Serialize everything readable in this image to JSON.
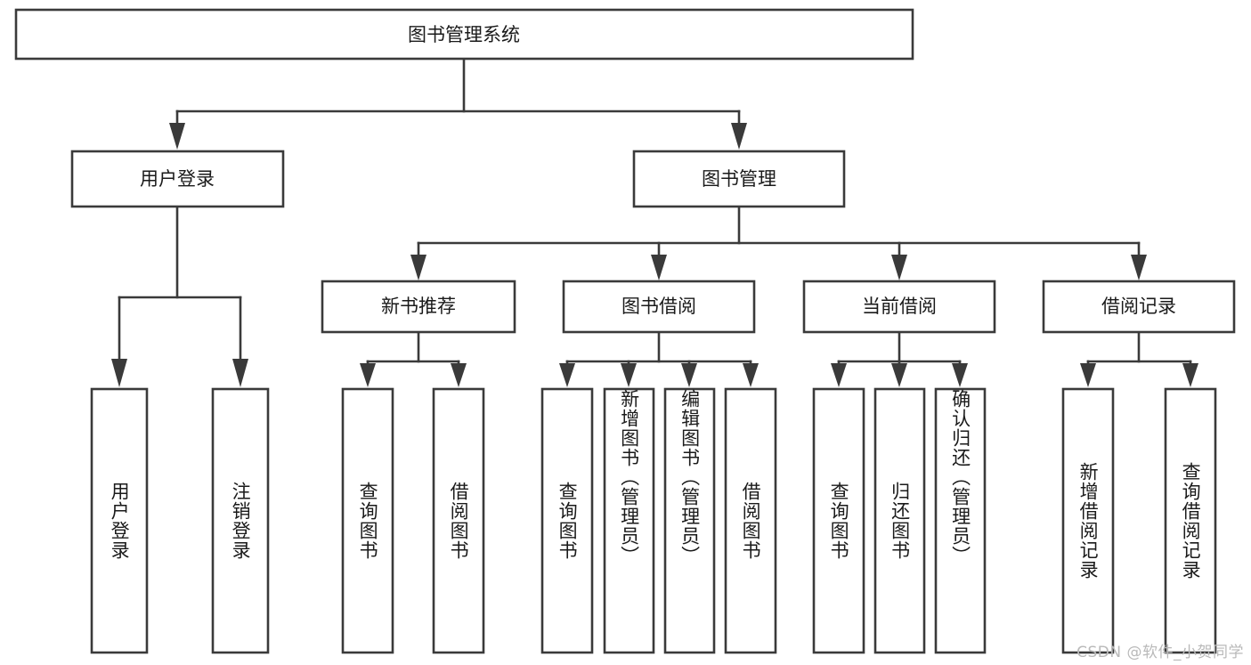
{
  "diagram": {
    "type": "tree",
    "title": "图书管理系统",
    "watermark": "CSDN @软件_小贺同学",
    "colors": {
      "stroke": "#3a3a3a",
      "box_fill": "#ffffff",
      "text": "#1a1a1a",
      "background": "#ffffff",
      "watermark": "#b9b9b9"
    },
    "levels": {
      "root": {
        "label": "图书管理系统"
      },
      "level2": [
        {
          "label": "用户登录"
        },
        {
          "label": "图书管理"
        }
      ],
      "level3": [
        {
          "label": "新书推荐"
        },
        {
          "label": "图书借阅"
        },
        {
          "label": "当前借阅"
        },
        {
          "label": "借阅记录"
        }
      ],
      "leaves": [
        {
          "label": "用户登录",
          "parent": "用户登录"
        },
        {
          "label": "注销登录",
          "parent": "用户登录"
        },
        {
          "label": "查询图书",
          "parent": "新书推荐"
        },
        {
          "label": "借阅图书",
          "parent": "新书推荐"
        },
        {
          "label": "查询图书",
          "parent": "图书借阅"
        },
        {
          "label": "新增图书（管理员）",
          "parent": "图书借阅"
        },
        {
          "label": "编辑图书（管理员）",
          "parent": "图书借阅"
        },
        {
          "label": "借阅图书",
          "parent": "图书借阅"
        },
        {
          "label": "查询图书",
          "parent": "当前借阅"
        },
        {
          "label": "归还图书",
          "parent": "当前借阅"
        },
        {
          "label": "确认归还（管理员）",
          "parent": "当前借阅"
        },
        {
          "label": "新增借阅记录",
          "parent": "借阅记录"
        },
        {
          "label": "查询借阅记录",
          "parent": "借阅记录"
        }
      ]
    }
  }
}
